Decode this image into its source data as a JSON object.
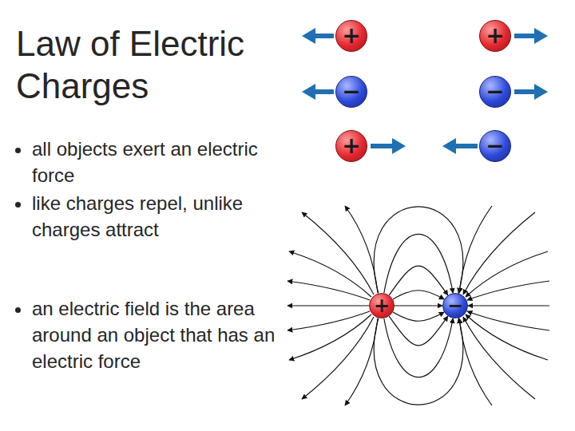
{
  "diagram": {
    "title": "Law of Electric Charges",
    "nodes": [
      {
        "text": [
          "+"
        ]
      },
      {
        "text": [
          "+"
        ]
      },
      {
        "text": [
          "−"
        ]
      },
      {
        "text": [
          "−"
        ]
      },
      {
        "text": [
          "+"
        ]
      },
      {
        "text": [
          "−"
        ]
      },
      {
        "text": [
          "+"
        ]
      },
      {
        "text": [
          "−"
        ]
      }
    ],
    "edges": [
      {
        "from": 6,
        "to": 7,
        "arrow": "to"
      },
      {
        "from": 6,
        "to": 7,
        "arrow": "to"
      },
      {
        "from": 6,
        "to": 7,
        "arrow": "to"
      },
      {
        "from": 6,
        "to": 7,
        "arrow": "to"
      },
      {
        "from": 6,
        "to": 7,
        "arrow": "to"
      },
      {
        "from": 6,
        "to": 7,
        "arrow": "to"
      },
      {
        "from": 6,
        "to": 7,
        "arrow": "to"
      },
      {
        "from": 6,
        "to": 7,
        "arrow": "to"
      },
      {
        "from": 6,
        "to": 7,
        "arrow": "to"
      }
    ],
    "labels": [
      "all objects exert an electric force",
      "like charges repel, unlike charges attract",
      "an electric field is the area around an object that has an electric force"
    ]
  }
}
